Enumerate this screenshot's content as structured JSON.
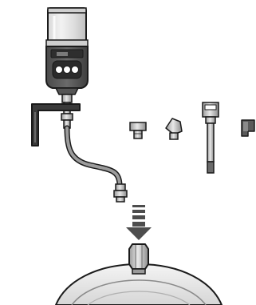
{
  "diagram": {
    "components": [
      {
        "id": "lubricator-reservoir",
        "label": ""
      },
      {
        "id": "control-unit",
        "label": ""
      },
      {
        "id": "mounting-bracket",
        "label": ""
      },
      {
        "id": "feed-hose",
        "label": ""
      },
      {
        "id": "hose-end-fitting",
        "label": ""
      },
      {
        "id": "adapter-straight-short",
        "label": ""
      },
      {
        "id": "adapter-angled-45",
        "label": ""
      },
      {
        "id": "extension-tube",
        "label": ""
      },
      {
        "id": "elbow-adapter-90",
        "label": ""
      },
      {
        "id": "insert-arrow",
        "label": ""
      },
      {
        "id": "grease-nipple-port",
        "label": ""
      },
      {
        "id": "bearing-housing",
        "label": ""
      }
    ],
    "colors": {
      "outline": "#1a1a1a",
      "metal_light": "#e6e6e6",
      "metal_mid": "#bdbdbd",
      "metal_dark": "#8a8a8a",
      "body_dark": "#5a5a5a",
      "arrow": "#4d4d4d"
    }
  }
}
